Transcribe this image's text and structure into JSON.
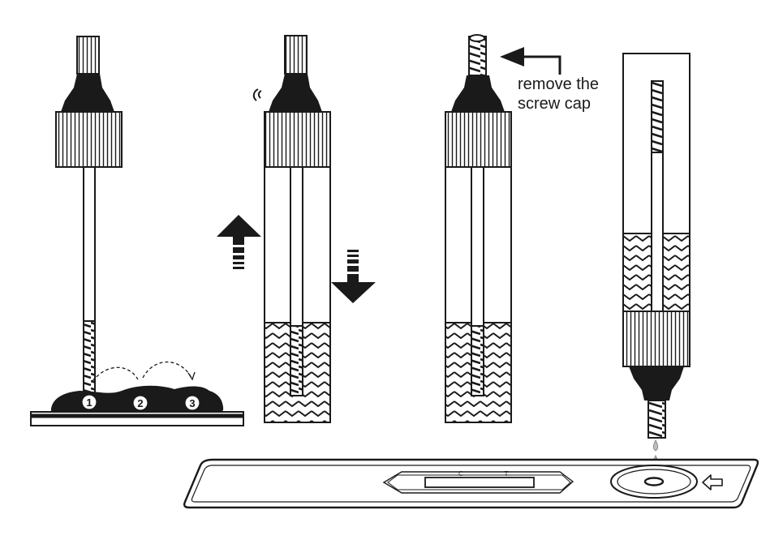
{
  "steps": {
    "sampling_sites": [
      "1",
      "2",
      "3"
    ],
    "remove_cap_label_line1": "remove the",
    "remove_cap_label_line2": "screw cap"
  },
  "test_cassette": {
    "line_c": "C",
    "line_t": "T"
  },
  "icons": {
    "up": "arrow-up-icon",
    "down": "arrow-down-icon",
    "cap": "arrow-left-icon",
    "well": "arrow-left-outline-icon",
    "shake": "motion-lines-icon"
  },
  "colors": {
    "ink": "#1a1a1a",
    "paper": "#ffffff",
    "drop": "#bfbfbf"
  }
}
